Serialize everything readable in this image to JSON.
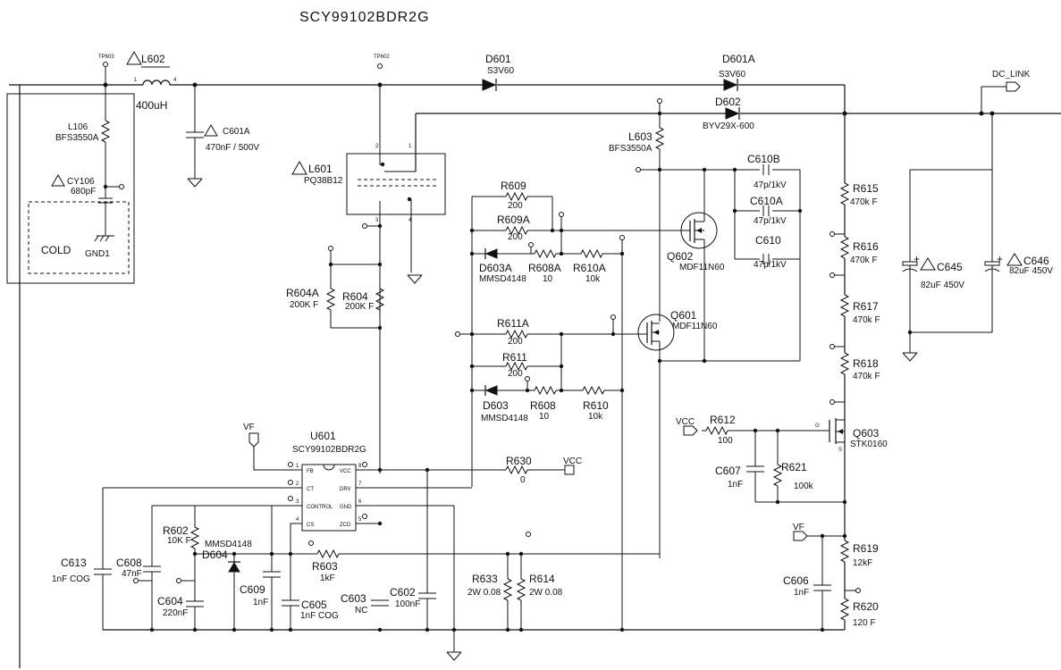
{
  "title": "SCY99102BDR2G",
  "nets": {
    "dc_link": "DC_LINK",
    "vcc": "VCC",
    "vf": "VF"
  },
  "inductors": {
    "L602": {
      "ref": "L602",
      "value": "400uH"
    },
    "L106": {
      "ref": "L106",
      "value": "BFS3550A"
    },
    "L603": {
      "ref": "L603",
      "value": "BFS3550A"
    },
    "L601": {
      "ref": "L601",
      "value": "PQ38B12"
    }
  },
  "diodes": {
    "D601": {
      "ref": "D601",
      "value": "S3V60"
    },
    "D601A": {
      "ref": "D601A",
      "value": "S3V60"
    },
    "D602": {
      "ref": "D602",
      "value": "BYV29X-600"
    },
    "D603A": {
      "ref": "D603A",
      "value": "MMSD4148"
    },
    "D603": {
      "ref": "D603",
      "value": "MMSD4148"
    },
    "D604": {
      "ref": "D604",
      "value": "MMSD4148"
    }
  },
  "capacitors": {
    "C601A": {
      "ref": "C601A",
      "value": "470nF / 500V"
    },
    "CY106": {
      "ref": "CY106",
      "value": "680pF"
    },
    "C610B": {
      "ref": "C610B",
      "value": "47p/1kV"
    },
    "C610A": {
      "ref": "C610A",
      "value": "47p/1kV"
    },
    "C610": {
      "ref": "C610",
      "value": "47p/1kV"
    },
    "C645": {
      "ref": "C645",
      "value": "82uF 450V"
    },
    "C646": {
      "ref": "C646",
      "value": "82uF 450V"
    },
    "C607": {
      "ref": "C607",
      "value": "1nF"
    },
    "C613": {
      "ref": "C613",
      "value": "1nF COG"
    },
    "C608": {
      "ref": "C608",
      "value": "47nF"
    },
    "C604": {
      "ref": "C604",
      "value": "220nF"
    },
    "C609": {
      "ref": "C609",
      "value": "1nF"
    },
    "C605": {
      "ref": "C605",
      "value": "1nF COG"
    },
    "C603": {
      "ref": "C603",
      "value": "NC"
    },
    "C602": {
      "ref": "C602",
      "value": "100nF"
    },
    "C606": {
      "ref": "C606",
      "value": "1nF"
    }
  },
  "resistors": {
    "R609": {
      "ref": "R609",
      "value": "200"
    },
    "R609A": {
      "ref": "R609A",
      "value": "200"
    },
    "R608A": {
      "ref": "R608A",
      "value": "10"
    },
    "R610A": {
      "ref": "R610A",
      "value": "10k"
    },
    "R611A": {
      "ref": "R611A",
      "value": "200"
    },
    "R611": {
      "ref": "R611",
      "value": "200"
    },
    "R608": {
      "ref": "R608",
      "value": "10"
    },
    "R610": {
      "ref": "R610",
      "value": "10k"
    },
    "R604A": {
      "ref": "R604A",
      "value": "200K F"
    },
    "R604": {
      "ref": "R604",
      "value": "200K F"
    },
    "R615": {
      "ref": "R615",
      "value": "470k F"
    },
    "R616": {
      "ref": "R616",
      "value": "470k F"
    },
    "R617": {
      "ref": "R617",
      "value": "470k F"
    },
    "R618": {
      "ref": "R618",
      "value": "470k F"
    },
    "R612": {
      "ref": "R612",
      "value": "100"
    },
    "R621": {
      "ref": "R621",
      "value": "100k"
    },
    "R630": {
      "ref": "R630",
      "value": "0"
    },
    "R602": {
      "ref": "R602",
      "value": "10K F"
    },
    "R603": {
      "ref": "R603",
      "value": "1kF"
    },
    "R633": {
      "ref": "R633",
      "value": "2W 0.08"
    },
    "R614": {
      "ref": "R614",
      "value": "2W 0.08"
    },
    "R619": {
      "ref": "R619",
      "value": "12kF"
    },
    "R620": {
      "ref": "R620",
      "value": "120 F"
    }
  },
  "transistors": {
    "Q602": {
      "ref": "Q602",
      "value": "MDF11N60"
    },
    "Q601": {
      "ref": "Q601",
      "value": "MDF11N60"
    },
    "Q603": {
      "ref": "Q603",
      "value": "STK0160",
      "pin_g": "G",
      "pin_s": "S"
    }
  },
  "ic": {
    "ref": "U601",
    "part": "SCY99102BDR2G",
    "pins": {
      "fb": "FB",
      "ct": "CT",
      "control": "CONTROL",
      "cs": "CS",
      "vcc": "VCC",
      "drv": "DRV",
      "gnd": "GND",
      "zcd": "ZCD"
    },
    "pin_numbers": {
      "fb": "1",
      "ct": "2",
      "control": "3",
      "cs": "4",
      "vcc": "8",
      "drv": "7",
      "gnd": "6",
      "zcd": "5"
    }
  },
  "misc": {
    "cold": "COLD",
    "gnd1": "GND1"
  }
}
